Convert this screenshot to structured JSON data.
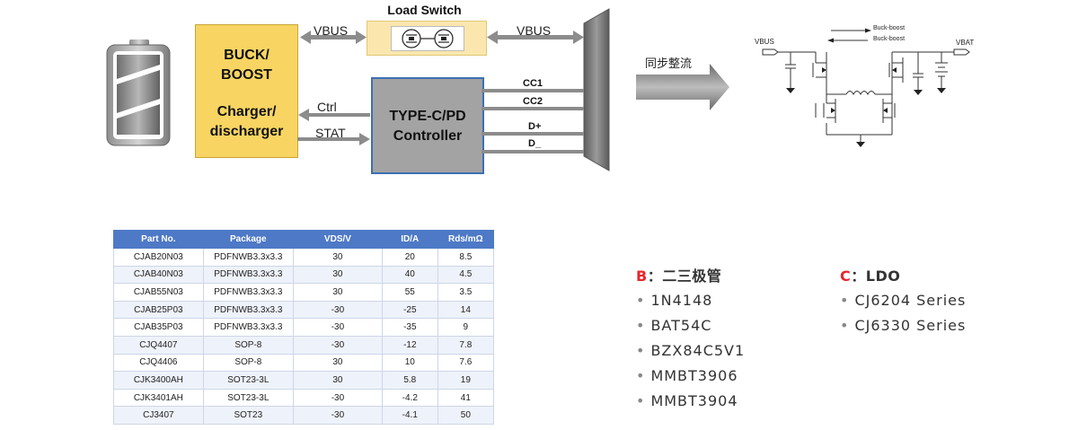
{
  "diagram": {
    "load_switch_label": "Load Switch",
    "buck_block": {
      "line1a": "BUCK/",
      "line1b": "BOOST",
      "line2a": "Charger/",
      "line2b": "discharger"
    },
    "typec_block": {
      "line1": "TYPE-C/PD",
      "line2": "Controller"
    },
    "vbus_left": "VBUS",
    "vbus_right": "VBUS",
    "ctrl": "Ctrl",
    "stat": "STAT",
    "cc1": "CC1",
    "cc2": "CC2",
    "dplus": "D+",
    "dminus": "D_",
    "arrow_label": "同步整流",
    "schematic": {
      "vbus": "VBUS",
      "vbat": "VBAT",
      "buck_boost_top": "Buck-boost",
      "buck_boost_bottom": "Buck-boost"
    }
  },
  "table": {
    "headers": [
      "Part No.",
      "Package",
      "VDS/V",
      "ID/A",
      "Rds/mΩ"
    ],
    "rows": [
      [
        "CJAB20N03",
        "PDFNWB3.3x3.3",
        "30",
        "20",
        "8.5"
      ],
      [
        "CJAB40N03",
        "PDFNWB3.3x3.3",
        "30",
        "40",
        "4.5"
      ],
      [
        "CJAB55N03",
        "PDFNWB3.3x3.3",
        "30",
        "55",
        "3.5"
      ],
      [
        "CJAB25P03",
        "PDFNWB3.3x3.3",
        "-30",
        "-25",
        "14"
      ],
      [
        "CJAB35P03",
        "PDFNWB3.3x3.3",
        "-30",
        "-35",
        "9"
      ],
      [
        "CJQ4407",
        "SOP-8",
        "-30",
        "-12",
        "7.8"
      ],
      [
        "CJQ4406",
        "SOP-8",
        "30",
        "10",
        "7.6"
      ],
      [
        "CJK3400AH",
        "SOT23-3L",
        "30",
        "5.8",
        "19"
      ],
      [
        "CJK3401AH",
        "SOT23-3L",
        "-30",
        "-4.2",
        "41"
      ],
      [
        "CJ3407",
        "SOT23",
        "-30",
        "-4.1",
        "50"
      ]
    ]
  },
  "list_b": {
    "letter": "B",
    "title": "：二三极管",
    "items": [
      "1N4148",
      "BAT54C",
      "BZX84C5V1",
      "MMBT3906",
      "MMBT3904"
    ]
  },
  "list_c": {
    "letter": "C",
    "title": "：LDO",
    "items": [
      "CJ6204 Series",
      "CJ6330 Series"
    ]
  },
  "colors": {
    "buck_fill": "#f8d562",
    "load_switch_fill": "#fbe7ae",
    "typec_fill": "#a3a3a3",
    "typec_border": "#3c6fb3",
    "table_header": "#4e79c6",
    "list_letter": "#e8262a"
  }
}
